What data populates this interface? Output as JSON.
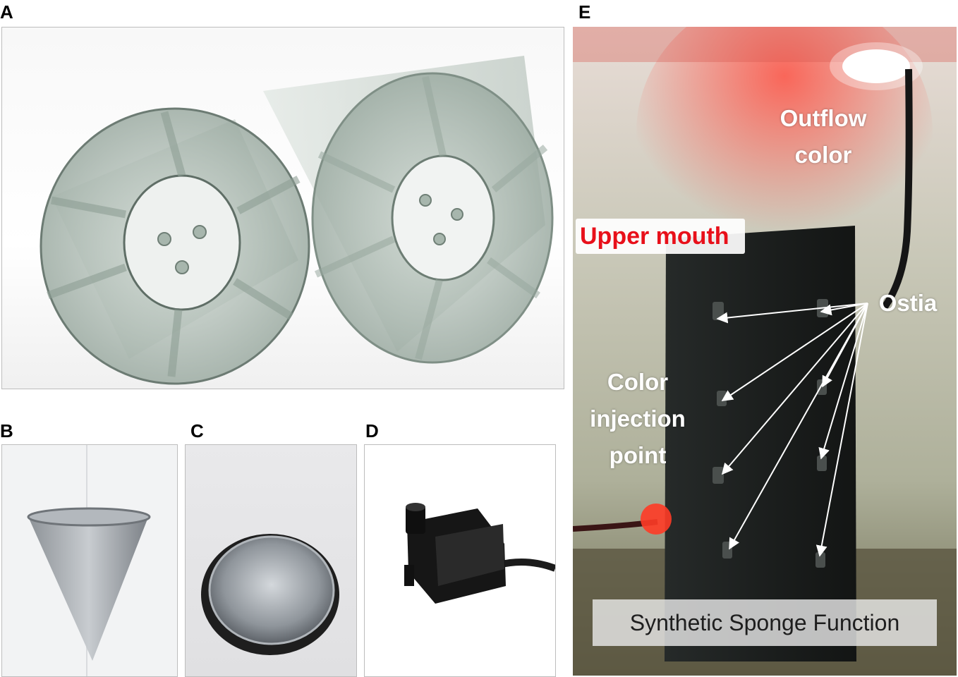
{
  "panels": {
    "a": {
      "letter": "A"
    },
    "b": {
      "letter": "B"
    },
    "c": {
      "letter": "C"
    },
    "d": {
      "letter": "D"
    },
    "e": {
      "letter": "E",
      "labels": {
        "outflow_line1": "Outflow",
        "outflow_line2": "color",
        "upper_mouth": "Upper mouth",
        "ostia": "Ostia",
        "color_injection_line1": "Color",
        "color_injection_line2": "injection",
        "color_injection_line3": "point",
        "caption": "Synthetic Sponge Function"
      },
      "colors": {
        "upper_mouth_text": "#e8101a",
        "outflow_glow": "#ff4a3c",
        "sponge_body": "#1c1f1e",
        "label_text": "#ffffff"
      }
    }
  }
}
